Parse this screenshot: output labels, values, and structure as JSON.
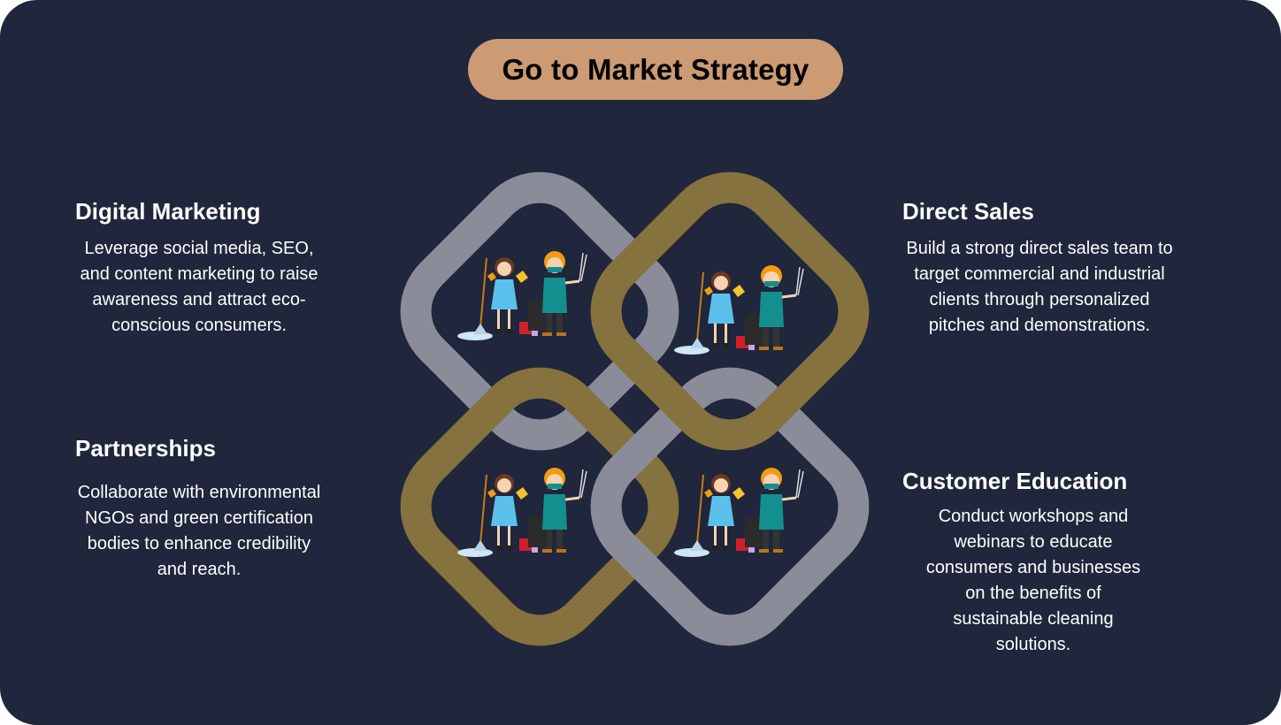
{
  "title": "Go to Market Strategy",
  "colors": {
    "background": "#20263b",
    "title_pill": "#cc9a73",
    "ring_gray": "#8a8d99",
    "ring_gold": "#85723e"
  },
  "sections": [
    {
      "heading": "Digital Marketing",
      "lines": [
        "Leverage social media, SEO,",
        "and content marketing to raise",
        "awareness and attract eco-",
        "conscious consumers."
      ]
    },
    {
      "heading": "Direct Sales",
      "lines": [
        "Build a strong direct sales team to",
        "target commercial and industrial",
        "clients through personalized",
        "pitches and demonstrations."
      ]
    },
    {
      "heading": "Partnerships",
      "lines": [
        "Collaborate with environmental",
        "NGOs and green certification",
        "bodies to enhance credibility",
        "and reach."
      ]
    },
    {
      "heading": "Customer Education",
      "lines": [
        "Conduct workshops and",
        "webinars to educate",
        "consumers and businesses",
        "on the benefits of",
        "sustainable cleaning",
        "solutions."
      ]
    }
  ],
  "icons": [
    "cleaning-crew-illustration"
  ]
}
